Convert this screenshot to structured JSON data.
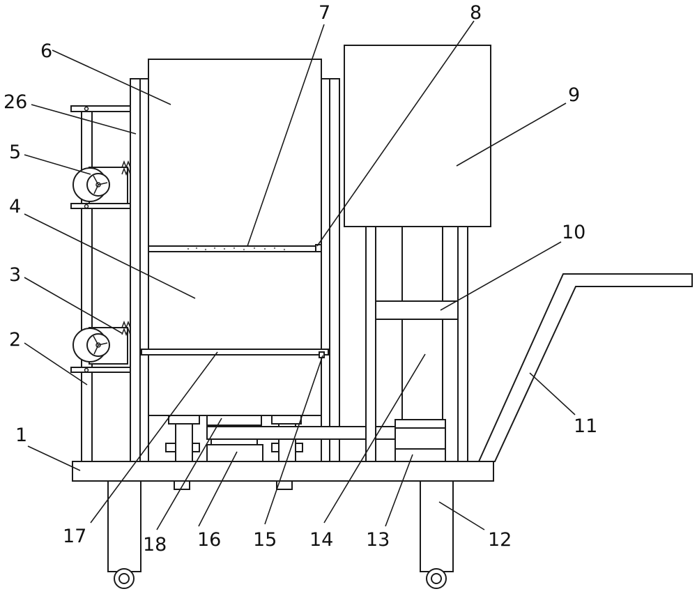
{
  "labels": {
    "l1": "1",
    "l2": "2",
    "l3": "3",
    "l4": "4",
    "l5": "5",
    "l6": "6",
    "l7": "7",
    "l8": "8",
    "l9": "9",
    "l10": "10",
    "l11": "11",
    "l12": "12",
    "l13": "13",
    "l14": "14",
    "l15": "15",
    "l16": "16",
    "l17": "17",
    "l18": "18",
    "l26": "26"
  },
  "colors": {
    "line": "#1a1a1a",
    "background": "#ffffff"
  }
}
